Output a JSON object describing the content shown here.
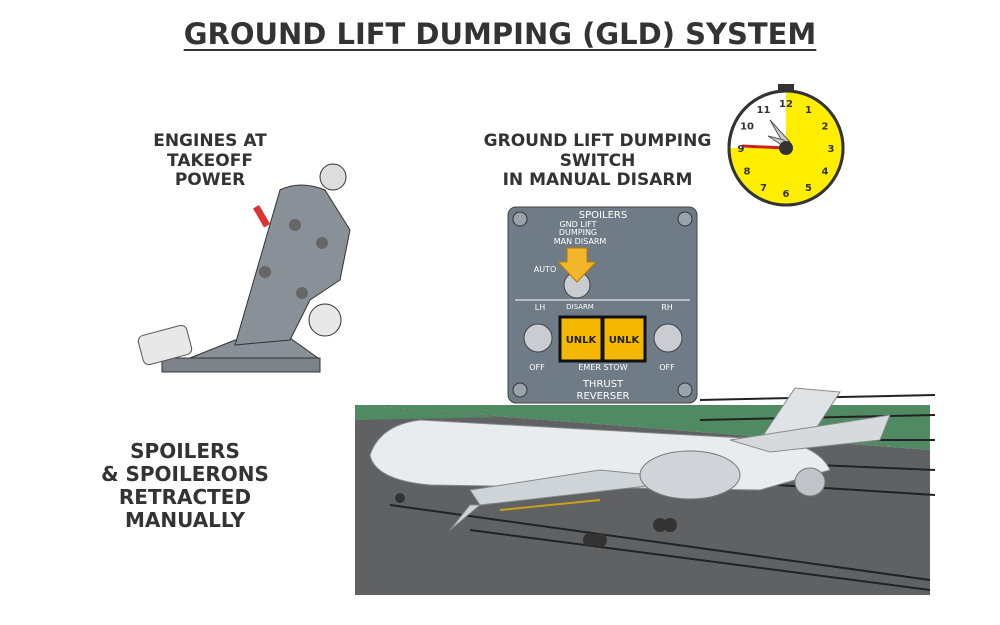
{
  "title": "GROUND LIFT DUMPING (GLD) SYSTEM",
  "engines_label": [
    "ENGINES AT",
    "TAKEOFF",
    "POWER"
  ],
  "switch_label": [
    "GROUND LIFT DUMPING",
    "SWITCH",
    "IN MANUAL DISARM"
  ],
  "spoilers_label": [
    "SPOILERS",
    "& SPOILERONS",
    "RETRACTED",
    "MANUALLY"
  ],
  "panel": {
    "spoilers": "SPOILERS",
    "gnd_lift": "GND LIFT",
    "dumping": "DUMPING",
    "man_disarm": "MAN DISARM",
    "auto": "AUTO",
    "disarm": "DISARM",
    "lh": "LH",
    "rh": "RH",
    "off_left": "OFF",
    "off_right": "OFF",
    "unlk_left": "UNLK",
    "unlk_right": "UNLK",
    "emer_stow": "EMER STOW",
    "thrust": "THRUST",
    "reverser": "REVERSER"
  },
  "clock": {
    "numbers": [
      "12",
      "1",
      "2",
      "3",
      "4",
      "5",
      "6",
      "7",
      "8",
      "9",
      "10",
      "11"
    ],
    "elapsed_fraction": 0.75,
    "face_color": "#ffee00"
  },
  "colors": {
    "panel": "#6f7b86",
    "annunciator": "#f5b800",
    "arrow": "#f3b52a",
    "runway": "#5f6163",
    "grass": "#4f8a63"
  }
}
